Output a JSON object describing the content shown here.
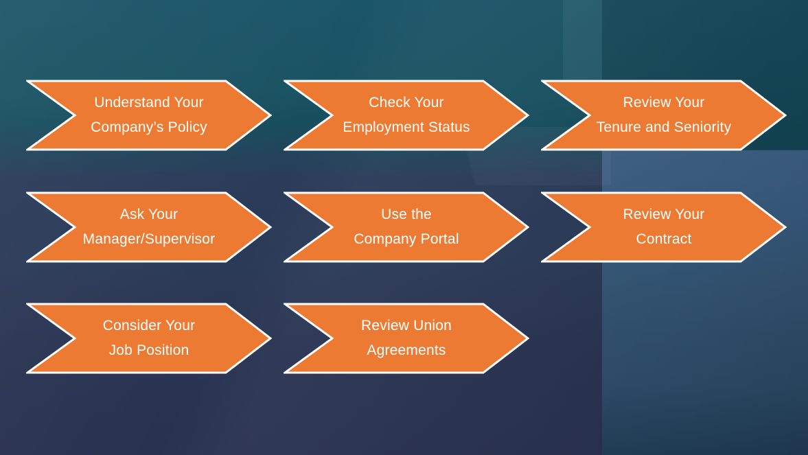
{
  "diagram": {
    "steps": [
      {
        "line1": "Understand Your",
        "line2": "Company’s Policy"
      },
      {
        "line1": "Check Your",
        "line2": "Employment Status"
      },
      {
        "line1": "Review Your",
        "line2": "Tenure and Seniority"
      },
      {
        "line1": "Ask Your",
        "line2": "Manager/Supervisor"
      },
      {
        "line1": "Use the",
        "line2": "Company Portal"
      },
      {
        "line1": "Review Your",
        "line2": "Contract"
      },
      {
        "line1": "Consider Your",
        "line2": "Job Position"
      },
      {
        "line1": "Review Union",
        "line2": "Agreements"
      }
    ],
    "colors": {
      "arrow_fill": "#EC7A33",
      "arrow_outline": "#FFFFFF",
      "text": "#FFFFFF",
      "background_teal_top": "#1A5467",
      "background_navy": "#2B3A57",
      "background_steel_blue": "#37587B"
    }
  }
}
